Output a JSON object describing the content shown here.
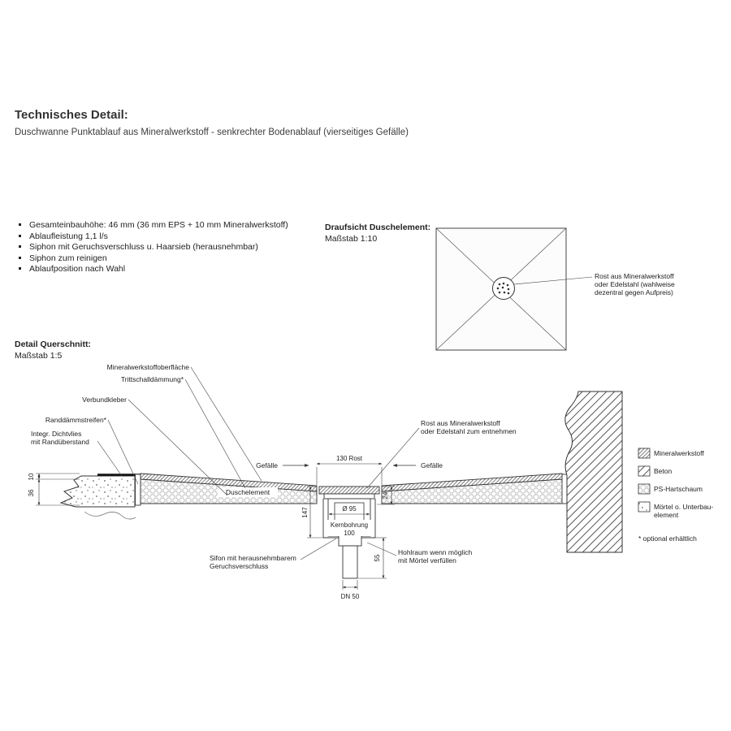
{
  "header": {
    "title": "Technisches Detail:",
    "subtitle": "Duschwanne Punktablauf aus Mineralwerkstoff - senkrechter Bodenablauf (vierseitiges Gefälle)"
  },
  "features": [
    "Gesamteinbauhöhe: 46 mm (36 mm EPS + 10 mm Mineralwerkstoff)",
    "Ablaufleistung 1,1 l/s",
    "Siphon mit Geruchsverschluss u. Haarsieb (herausnehmbar)",
    "Siphon zum reinigen",
    "Ablaufposition nach Wahl"
  ],
  "plan": {
    "title": "Draufsicht Duschelement:",
    "scale": "Maßstab 1:10",
    "callout": [
      "Rost aus Mineralwerkstoff",
      "oder Edelstahl (wahlweise",
      "dezentral gegen Aufpreis)"
    ]
  },
  "section": {
    "title": "Detail Querschnitt:",
    "scale": "Maßstab 1:5",
    "labels": {
      "oberflaeche": "Mineralwerkstoffoberfläche",
      "trittschall": "Trittschalldämmung*",
      "verbundkleber": "Verbundkleber",
      "randdaemm": "Randdämmstreifen*",
      "dichtvlies1": "Integr. Dichtvlies",
      "dichtvlies2": "mit Randüberstand",
      "rost1": "Rost aus Mineralwerkstoff",
      "rost2": "oder Edelstahl zum entnehmen",
      "gefaelle_links": "Gefälle",
      "gefaelle_rechts": "Gefälle",
      "duschelement": "Duschelement",
      "sifon1": "Sifon mit herausnehmbarem",
      "sifon2": "Geruchsverschluss",
      "hohlraum1": "Hohlraum wenn möglich",
      "hohlraum2": "mit Mörtel verfüllen",
      "kernbohrung1": "Kernbohrung",
      "kernbohrung2": "100",
      "durchmesser": "Ø 95",
      "dn": "DN 50"
    },
    "dims": {
      "rost_breite": "130 Rost",
      "hoehe_mineral": "10",
      "hoehe_eps": "36",
      "rost_hoehe": "24",
      "einbau_tiefe": "147",
      "rohr_tiefe": "55"
    }
  },
  "legend": {
    "items": [
      {
        "lines": [
          "Mineralwerkstoff"
        ]
      },
      {
        "lines": [
          "Beton"
        ]
      },
      {
        "lines": [
          "PS-Hartschaum"
        ]
      },
      {
        "lines": [
          "Mörtel o. Unterbau-",
          "element"
        ]
      }
    ],
    "footnote": "* optional erhältlich"
  }
}
